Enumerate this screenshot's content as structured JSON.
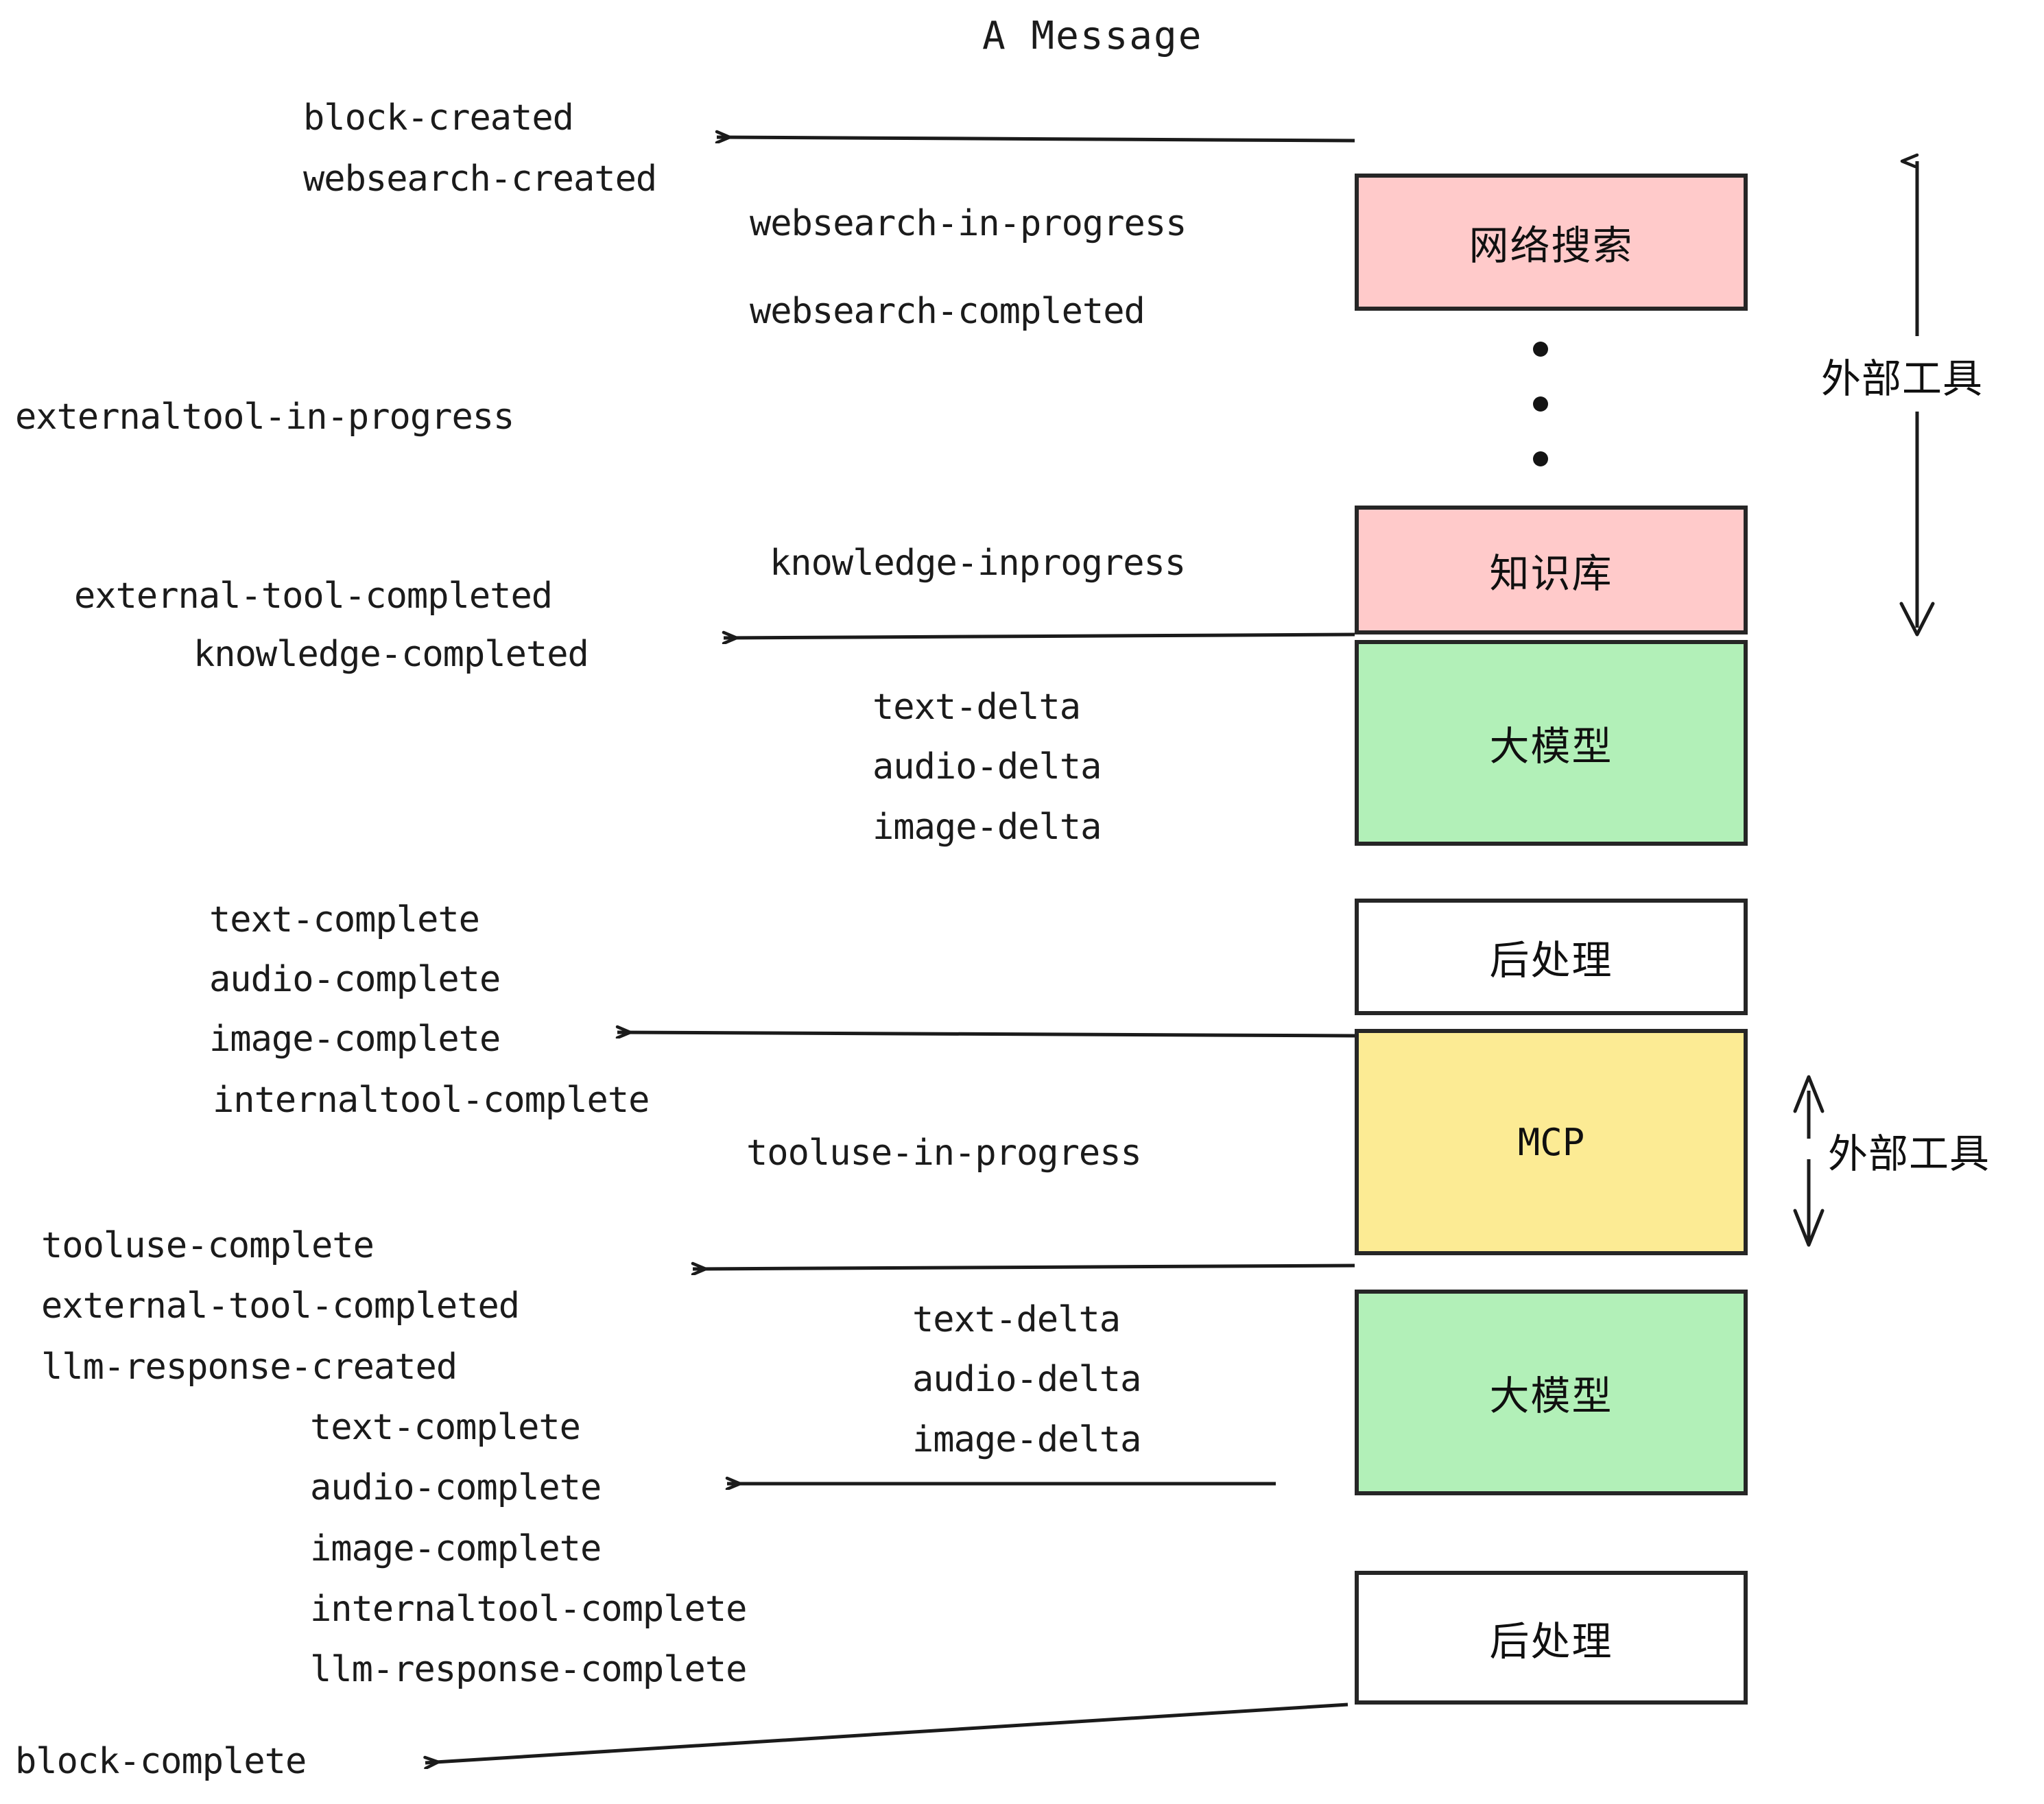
{
  "title": "A Message",
  "colors": {
    "pink": "#FFCACA",
    "green": "#B2F0B8",
    "yellow": "#FCEB94",
    "white": "#FFFFFF",
    "stroke": "#262626",
    "text": "#1b1b1b"
  },
  "nodes": [
    {
      "id": "websearch",
      "label": "网络搜索",
      "fill": "#FFCACA"
    },
    {
      "id": "knowledge",
      "label": "知识库",
      "fill": "#FFCACA"
    },
    {
      "id": "llm-1",
      "label": "大模型",
      "fill": "#B2F0B8"
    },
    {
      "id": "postprocess-1",
      "label": "后处理",
      "fill": "#FFFFFF"
    },
    {
      "id": "mcp",
      "label": "MCP",
      "fill": "#FCEB94"
    },
    {
      "id": "llm-2",
      "label": "大模型",
      "fill": "#B2F0B8"
    },
    {
      "id": "postprocess-2",
      "label": "后处理",
      "fill": "#FFFFFF"
    }
  ],
  "side_labels": [
    {
      "id": "external-tools-top",
      "label": "外部工具"
    },
    {
      "id": "external-tools-bottom",
      "label": "外部工具"
    }
  ],
  "events": [
    {
      "id": "block-created",
      "label": "block-created"
    },
    {
      "id": "websearch-created",
      "label": "websearch-created"
    },
    {
      "id": "websearch-in-progress",
      "label": "websearch-in-progress"
    },
    {
      "id": "websearch-completed",
      "label": "websearch-completed"
    },
    {
      "id": "externaltool-in-progress",
      "label": "externaltool-in-progress"
    },
    {
      "id": "knowledge-inprogress",
      "label": "knowledge-inprogress"
    },
    {
      "id": "external-tool-completed-1",
      "label": "external-tool-completed"
    },
    {
      "id": "knowledge-completed",
      "label": "knowledge-completed"
    },
    {
      "id": "text-delta-1",
      "label": "text-delta"
    },
    {
      "id": "audio-delta-1",
      "label": "audio-delta"
    },
    {
      "id": "image-delta-1",
      "label": "image-delta"
    },
    {
      "id": "text-complete-1",
      "label": "text-complete"
    },
    {
      "id": "audio-complete-1",
      "label": "audio-complete"
    },
    {
      "id": "image-complete-1",
      "label": "image-complete"
    },
    {
      "id": "internaltool-complete-1",
      "label": "internaltool-complete"
    },
    {
      "id": "tooluse-in-progress",
      "label": "tooluse-in-progress"
    },
    {
      "id": "tooluse-complete",
      "label": "tooluse-complete"
    },
    {
      "id": "external-tool-completed-2",
      "label": "external-tool-completed"
    },
    {
      "id": "llm-response-created",
      "label": "llm-response-created"
    },
    {
      "id": "text-delta-2",
      "label": "text-delta"
    },
    {
      "id": "audio-delta-2",
      "label": "audio-delta"
    },
    {
      "id": "image-delta-2",
      "label": "image-delta"
    },
    {
      "id": "text-complete-2",
      "label": "text-complete"
    },
    {
      "id": "audio-complete-2",
      "label": "audio-complete"
    },
    {
      "id": "image-complete-2",
      "label": "image-complete"
    },
    {
      "id": "internaltool-complete-2",
      "label": "internaltool-complete"
    },
    {
      "id": "llm-response-complete",
      "label": "llm-response-complete"
    },
    {
      "id": "block-complete",
      "label": "block-complete"
    }
  ]
}
